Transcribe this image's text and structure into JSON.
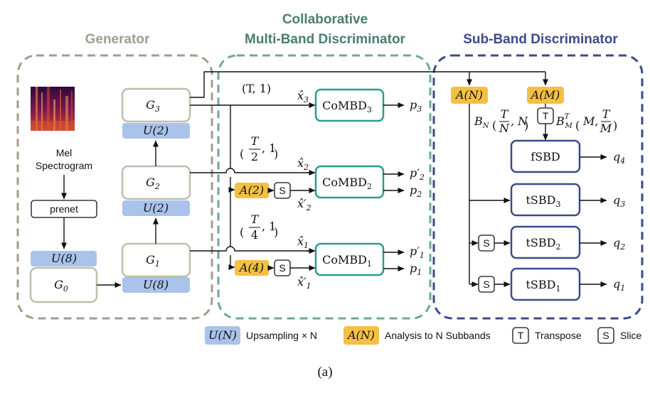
{
  "sections": {
    "generator": "Generator",
    "cmbd_line1": "Collaborative",
    "cmbd_line2": "Multi-Band Discriminator",
    "sbd": "Sub-Band Discriminator"
  },
  "colors": {
    "generator": "#a09e8c",
    "cmbd": "#5e9a8c",
    "sbd": "#3c4a8c",
    "upsample_fill": "#a9c3ea",
    "analysis_fill": "#f4c042",
    "comb_border": "#2a9d8f"
  },
  "generator": {
    "mel_line1": "Mel",
    "mel_line2": "Spectrogram",
    "prenet": "prenet",
    "g0": "G",
    "g0_sub": "0",
    "g1": "G",
    "g1_sub": "1",
    "g2": "G",
    "g2_sub": "2",
    "g3": "G",
    "g3_sub": "3",
    "u8_left": "U(8)",
    "u8_right": "U(8)",
    "u2_mid": "U(2)",
    "u2_top": "U(2)"
  },
  "cmbd": {
    "top": {
      "scale": "(T, 1)",
      "input": "x̂",
      "input_sub": "3",
      "block": "CoMBD",
      "block_sub": "3",
      "out": "p",
      "out_sub": "3"
    },
    "mid": {
      "scale_num": "T",
      "scale_den": "2",
      "scale_rest": ", 1",
      "analysis": "A(2)",
      "slice": "S",
      "input": "x̂",
      "input_sub": "2",
      "input2": "x̂′",
      "input2_sub": "2",
      "block": "CoMBD",
      "block_sub": "2",
      "out1": "p′",
      "out1_sub": "2",
      "out2": "p",
      "out2_sub": "2"
    },
    "bot": {
      "scale_num": "T",
      "scale_den": "4",
      "scale_rest": ", 1",
      "analysis": "A(4)",
      "slice": "S",
      "input": "x̂",
      "input_sub": "1",
      "input2": "x̂′",
      "input2_sub": "1",
      "block": "CoMBD",
      "block_sub": "1",
      "out1": "p′",
      "out1_sub": "1",
      "out2": "p",
      "out2_sub": "1"
    }
  },
  "sbd": {
    "an": "A(N)",
    "am": "A(M)",
    "transpose": "T",
    "bn": "B",
    "bn_sub": "N",
    "bn_frac_num": "T",
    "bn_frac_den": "N",
    "bn_rest": ", N",
    "bm": "B",
    "bm_sub": "M",
    "bm_sup": "T",
    "bm_first": "M, ",
    "bm_frac_num": "T",
    "bm_frac_den": "M",
    "fsbd": "fSBD",
    "tsbd3": "tSBD",
    "tsbd3_sub": "3",
    "tsbd2": "tSBD",
    "tsbd2_sub": "2",
    "tsbd1": "tSBD",
    "tsbd1_sub": "1",
    "slice1": "S",
    "slice2": "S",
    "q4": "q",
    "q4_sub": "4",
    "q3": "q",
    "q3_sub": "3",
    "q2": "q",
    "q2_sub": "2",
    "q1": "q",
    "q1_sub": "1"
  },
  "legend": {
    "u_sym": "U(N)",
    "u_text": "Upsampling × N",
    "a_sym": "A(N)",
    "a_text": "Analysis to N Subbands",
    "t_sym": "T",
    "t_text": "Transpose",
    "s_sym": "S",
    "s_text": "Slice"
  },
  "caption": "(a)"
}
